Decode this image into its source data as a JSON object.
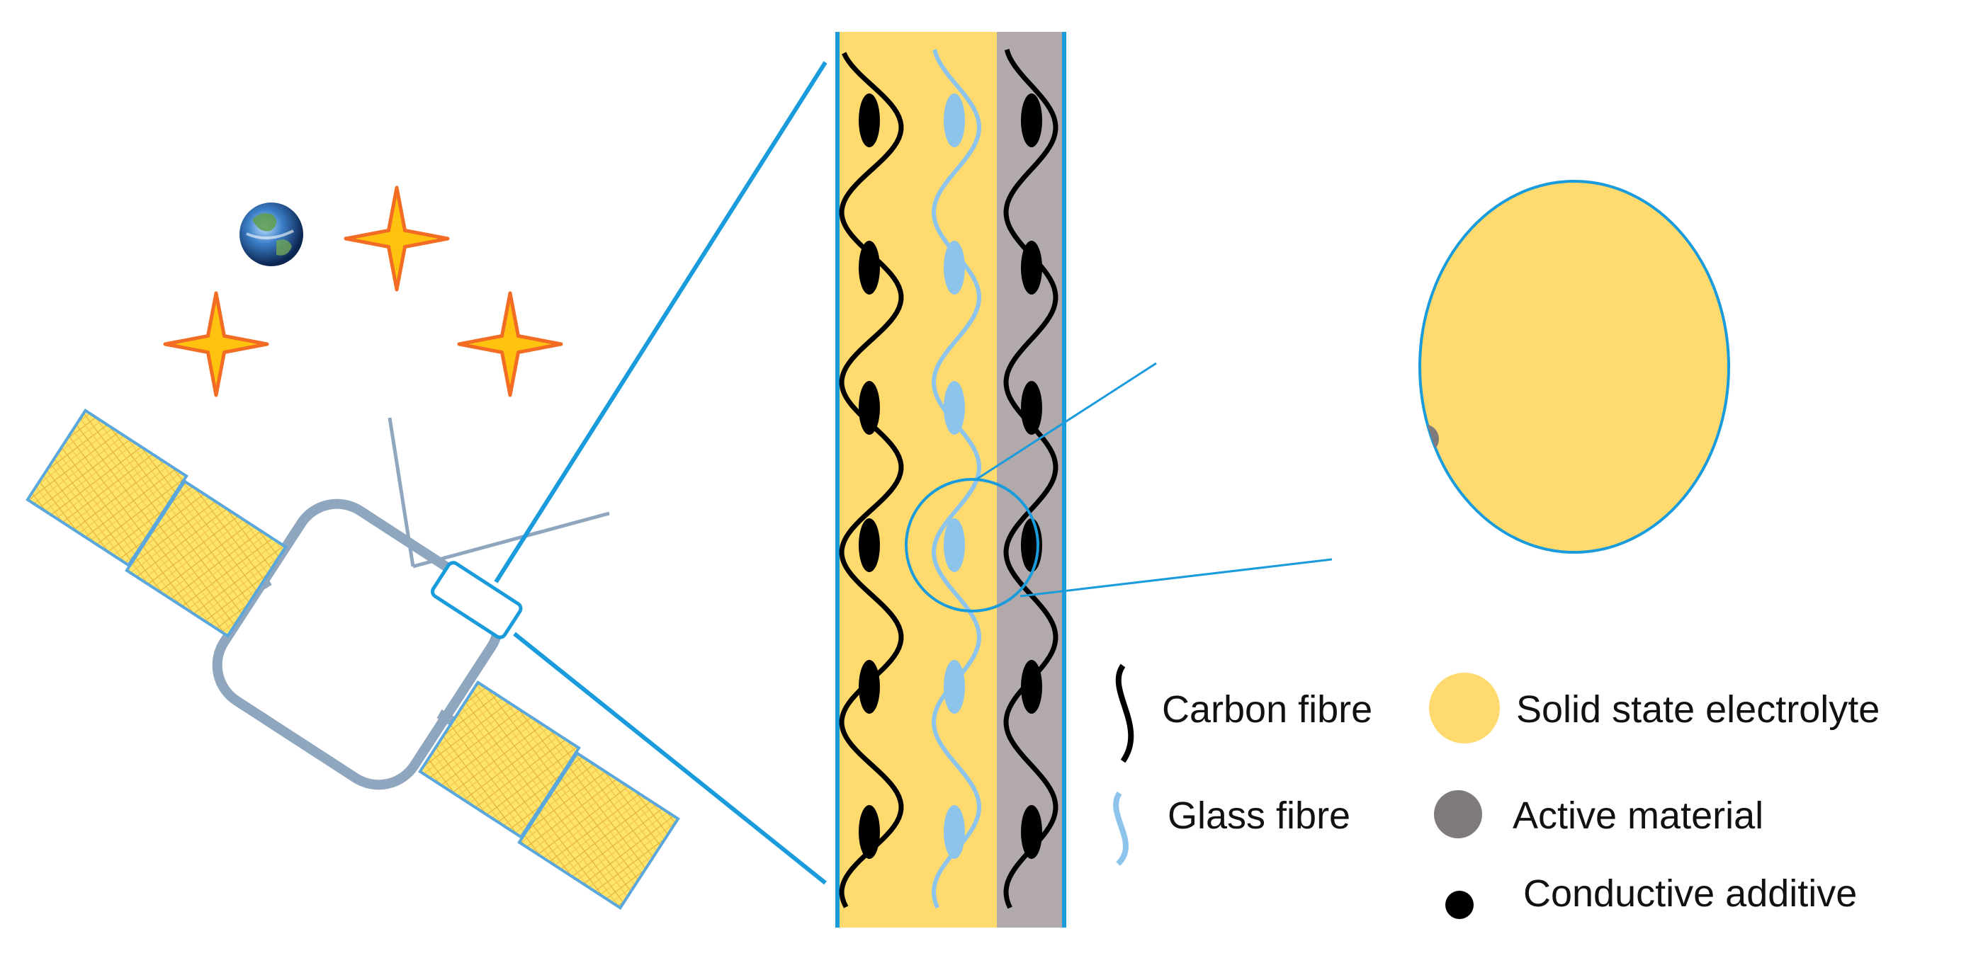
{
  "colors": {
    "electrolyte": "#FFDA6E",
    "active_material": "#7F7A7C",
    "conductive_additive": "#000000",
    "carbon_fibre": "#000000",
    "glass_fibre": "#8CC4EC",
    "cell_outline": "#1A9BDC",
    "active_layer": "#B2A9AA",
    "satellite_frame": "#8EA6BE",
    "star_fill": "#FFC20E",
    "star_outline": "#F26C24"
  },
  "icons": {
    "earth": "earth-icon",
    "star": "star-icon",
    "satellite": "satellite-icon"
  },
  "legend": {
    "carbon_fibre": "Carbon fibre",
    "glass_fibre": "Glass fibre",
    "solid_state_electrolyte": "Solid state electrolyte",
    "active_material": "Active material",
    "conductive_additive": "Conductive additive"
  }
}
